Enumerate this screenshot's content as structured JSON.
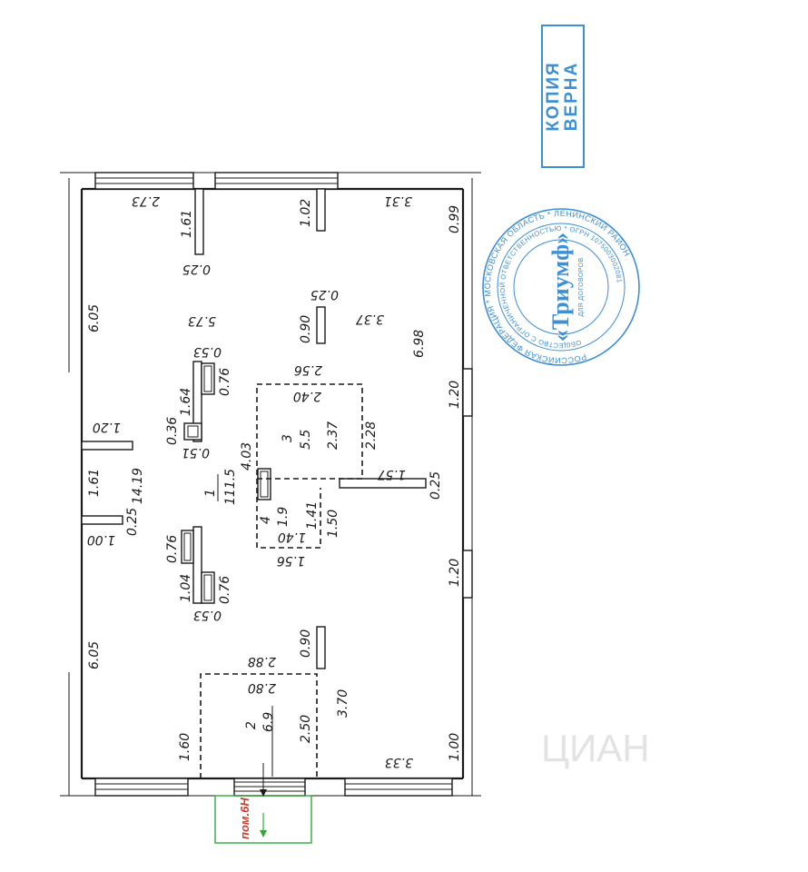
{
  "stamp": {
    "line1": "КОПИЯ",
    "line2": "ВЕРНА"
  },
  "seal": {
    "outer_text": "РОССИЙСКАЯ ФЕДЕРАЦИЯ * МОСКОВСКАЯ ОБЛАСТЬ * ЛЕНИНСКИЙ РАЙОН",
    "inner_text": "ОБЩЕСТВО С ОГРАНИЧЕННОЙ ОТВЕТСТВЕННОСТЬЮ * ОГРН 1075003002081",
    "center_text": "«Триумф»",
    "note": "ДЛЯ ДОГОВОРОВ"
  },
  "entrance_label": "пом.6Н",
  "watermark": "ЦИАН",
  "rooms": [
    {
      "number": "1",
      "area": "111.5"
    },
    {
      "number": "2",
      "area": "6.9"
    },
    {
      "number": "3",
      "area": "5.5"
    },
    {
      "number": "4",
      "area": "1.9"
    }
  ],
  "dims": {
    "top_left": "2.73",
    "top_right": "3.31",
    "pillar_a": "1.61",
    "pillar_b": "1.02",
    "right_top": "0.99",
    "pillar_a_w": "0.25",
    "pillar_c_w": "0.25",
    "left_top": "6.05",
    "mid_left": "5.73",
    "pillar_c": "0.90",
    "mid_right": "3.37",
    "full_right": "6.98",
    "stair1_top": "0.53",
    "stair1_w": "0.76",
    "stair1_len": "1.64",
    "r3_outer": "2.56",
    "r3_inner": "2.40",
    "right_win1": "1.20",
    "stair2_small": "0.36",
    "stair2_w": "0.51",
    "r3_height": "2.37",
    "r3_height2": "2.28",
    "wall_left_1": "1.20",
    "r1_span": "14.19",
    "r1_depth": "4.03",
    "partition": "1.57",
    "partition_w": "0.25",
    "left_mid": "1.61",
    "r4_a": "1.41",
    "r4_b": "1.50",
    "wall_left_2": "1.00",
    "wall_left_2_w": "0.25",
    "r4_w": "1.40",
    "stair3_w": "0.76",
    "r4_outer": "1.56",
    "stair3_len": "1.04",
    "stair4_w": "0.76",
    "right_win2": "1.20",
    "stair4_top": "0.53",
    "left_bot": "6.05",
    "pillar_d": "0.90",
    "r2_outer": "2.88",
    "r2_inner": "2.80",
    "r2_right": "3.70",
    "r2_left": "1.60",
    "r2_height": "2.50",
    "bot_right": "3.33",
    "right_bot": "1.00"
  }
}
